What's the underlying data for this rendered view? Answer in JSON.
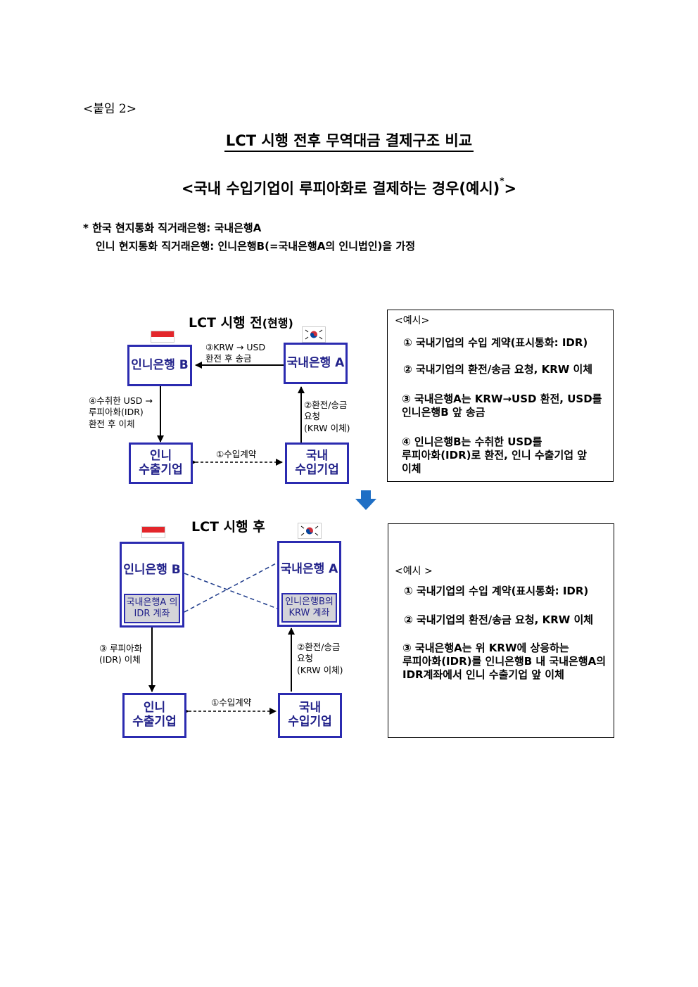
{
  "header": {
    "attachment": "<붙임 2>",
    "title": "LCT 시행 전후 무역대금 결제구조 비교",
    "subtitle": "<국내 수입기업이 루피아화로 결제하는 경우(예시)",
    "subtitle_mark": "*",
    "subtitle_end": ">",
    "note_line1": "* 한국 현지통화 직거래은행: 국내은행A",
    "note_line2": "인니 현지통화 직거래은행: 인니은행B(=국내은행A의 인니법인)을 가정"
  },
  "before": {
    "title": "LCT 시행 전",
    "title_suffix": "(현행)",
    "bank_b": "인니은행 B",
    "bank_a": "국내은행 A",
    "exporter_line1": "인니",
    "exporter_line2": "수출기업",
    "importer_line1": "국내",
    "importer_line2": "수입기업",
    "step3_line1": "③KRW → USD",
    "step3_line2": "환전 후 송금",
    "step4_line1": "④수취한 USD →",
    "step4_line2": "루피아화(IDR)",
    "step4_line3": "환전 후 이체",
    "step2_line1": "②환전/송금",
    "step2_line2": "요청",
    "step2_line3": "(KRW 이체)",
    "step1": "①수입계약"
  },
  "after": {
    "title": "LCT 시행 후",
    "bank_b": "인니은행 B",
    "bank_a": "국내은행 A",
    "acct_b_line1": "국내은행A 의",
    "acct_b_line2": "IDR 계좌",
    "acct_a_line1": "인니은행B의",
    "acct_a_line2": "KRW 계좌",
    "exporter_line1": "인니",
    "exporter_line2": "수출기업",
    "importer_line1": "국내",
    "importer_line2": "수입기업",
    "step3_line1": "③ 루피아화",
    "step3_line2": "(IDR) 이체",
    "step2_line1": "②환전/송금",
    "step2_line2": "요청",
    "step2_line3": "(KRW 이체)",
    "step1": "①수입계약"
  },
  "example_before": {
    "heading": "<예시>",
    "item1": "① 국내기업의 수입 계약(표시통화: IDR)",
    "item2": "② 국내기업의 환전/송금 요청, KRW 이체",
    "item3_line1": "③ 국내은행A는 KRW→USD 환전, USD를",
    "item3_line2": "인니은행B 앞 송금",
    "item4_line1": "④ 인니은행B는 수취한 USD를",
    "item4_line2": "루피아화(IDR)로 환전, 인니 수출기업 앞",
    "item4_line3": "이체"
  },
  "example_after": {
    "heading": "<예시 >",
    "item1": "① 국내기업의 수입 계약(표시통화: IDR)",
    "item2": "② 국내기업의 환전/송금 요청, KRW 이체",
    "item3_line1": "③ 국내은행A는 위 KRW에 상응하는",
    "item3_line2": "루피아화(IDR)를 인니은행B 내 국내은행A의",
    "item3_line3": "IDR계좌에서 인니 수출기업 앞 이체"
  },
  "colors": {
    "box_border": "#2b2bb0",
    "box_text": "#22228a",
    "account_fill": "#d4d4d8",
    "transition_arrow": "#1f6fc5",
    "indonesia_red": "#e3262b"
  },
  "icons": [
    "indonesia-flag-icon",
    "korea-flag-icon",
    "down-arrow-icon"
  ]
}
